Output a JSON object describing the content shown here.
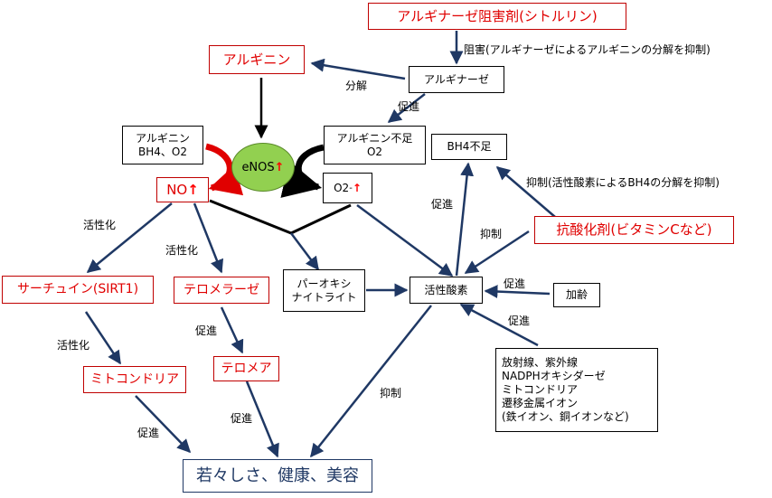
{
  "nodes": {
    "arginase_inhibitor": "アルギナーゼ阻害剤(シトルリン)",
    "arginine": "アルギニン",
    "arginase": "アルギナーゼ",
    "arginine_bh4": [
      "アルギニン",
      "BH4、O2"
    ],
    "enos": "eNOS",
    "up_arrow": "↑",
    "arginine_shortage": [
      "アルギニン不足",
      "O2"
    ],
    "bh4_shortage": "BH4不足",
    "no": "NO",
    "o2minus": "O2",
    "o2minus_sup": "-",
    "antioxidant": "抗酸化剤(ビタミンCなど)",
    "sirtuin": "サーチュイン(SIRT1)",
    "telomerase": "テロメラーゼ",
    "peroxynitrite": [
      "パーオキシ",
      "ナイトライト"
    ],
    "ros": "活性酸素",
    "aging": "加齢",
    "mitochondria": "ミトコンドリア",
    "telomere": "テロメア",
    "sources": [
      "放射線、紫外線",
      "NADPHオキシダーゼ",
      "ミトコンドリア",
      "遷移金属イオン",
      "(鉄イオン、銅イオンなど)"
    ],
    "outcome": "若々しさ、健康、美容"
  },
  "labels": {
    "inhibit_arginase": "阻害(アルギナーゼによるアルギニンの分解を抑制)",
    "decompose": "分解",
    "promote_arginase": "促進",
    "inhibit_bh4": "抑制(活性酸素によるBH4の分解を抑制)",
    "promote_bh4": "促進",
    "inhibit_ros": "抑制",
    "activate_sirt": "活性化",
    "activate_telomerase": "活性化",
    "promote_aging": "促進",
    "promote_sources": "促進",
    "promote_telomere": "促進",
    "activate_mito": "活性化",
    "inhibit_outcome": "抑制",
    "promote_mito_outcome": "促進",
    "promote_telomere_outcome": "促進"
  },
  "colors": {
    "red": "#e00000",
    "arrow": "#1f3864",
    "enos_fill": "#92d050",
    "outcome": "#1f3864"
  }
}
